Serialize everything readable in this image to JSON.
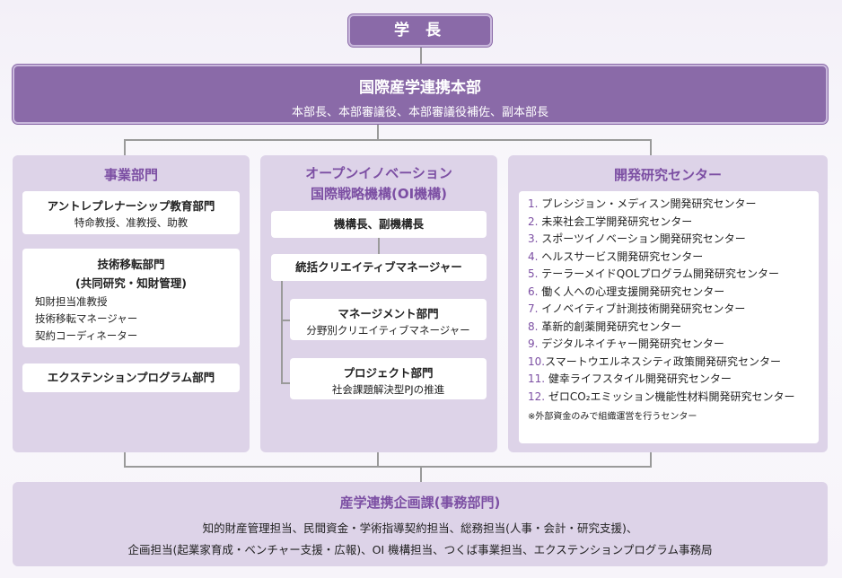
{
  "president": "学 長",
  "hq": {
    "title": "国際産学連携本部",
    "subtitle": "本部長、本部審議役、本部審議役補佐、副本部長"
  },
  "business": {
    "title": "事業部門",
    "boxes": [
      {
        "title": "アントレプレナーシップ教育部門",
        "lines": [
          "特命教授、准教授、助教"
        ]
      },
      {
        "title": "技術移転部門",
        "title2": "(共同研究・知財管理)",
        "lines": [
          "知財担当准教授",
          "技術移転マネージャー",
          "契約コーディネーター"
        ]
      },
      {
        "title": "エクステンションプログラム部門"
      }
    ]
  },
  "oi": {
    "title1": "オープンイノベーション",
    "title2": "国際戦略機構(OI機構)",
    "head": "機構長、副機構長",
    "cm": "統括クリエイティブマネージャー",
    "mgmt": {
      "title": "マネージメント部門",
      "sub": "分野別クリエイティブマネージャー"
    },
    "proj": {
      "title": "プロジェクト部門",
      "sub": "社会課題解決型PJの推進"
    }
  },
  "rd": {
    "title": "開発研究センター",
    "items": [
      {
        "num": "1.",
        "name": "プレシジョン・メディスン開発研究センター"
      },
      {
        "num": "2.",
        "name": "未来社会工学開発研究センター"
      },
      {
        "num": "3.",
        "name": "スポーツイノベーション開発研究センター"
      },
      {
        "num": "4.",
        "name": "ヘルスサービス開発研究センター"
      },
      {
        "num": "5.",
        "name": "テーラーメイドQOLプログラム開発研究センター"
      },
      {
        "num": "6.",
        "name": "働く人への心理支援開発研究センター"
      },
      {
        "num": "7.",
        "name": "イノベイティブ計測技術開発研究センター"
      },
      {
        "num": "8.",
        "name": "革新的創薬開発研究センター"
      },
      {
        "num": "9.",
        "name": "デジタルネイチャー開発研究センター"
      },
      {
        "num": "10.",
        "name": "スマートウエルネスシティ政策開発研究センター"
      },
      {
        "num": "11.",
        "name": "健幸ライフスタイル開発研究センター"
      },
      {
        "num": "12.",
        "name": "ゼロCO₂エミッション機能性材料開発研究センター"
      }
    ],
    "note": "※外部資金のみで組織運営を行うセンター"
  },
  "office": {
    "title": "産学連携企画課(事務部門)",
    "line1": "知的財産管理担当、民間資金・学術指導契約担当、総務担当(人事・会計・研究支援)、",
    "line2": "企画担当(起業家育成・ベンチャー支援・広報)、OI 機構担当、つくば事業担当、エクステンションプログラム事務局"
  }
}
